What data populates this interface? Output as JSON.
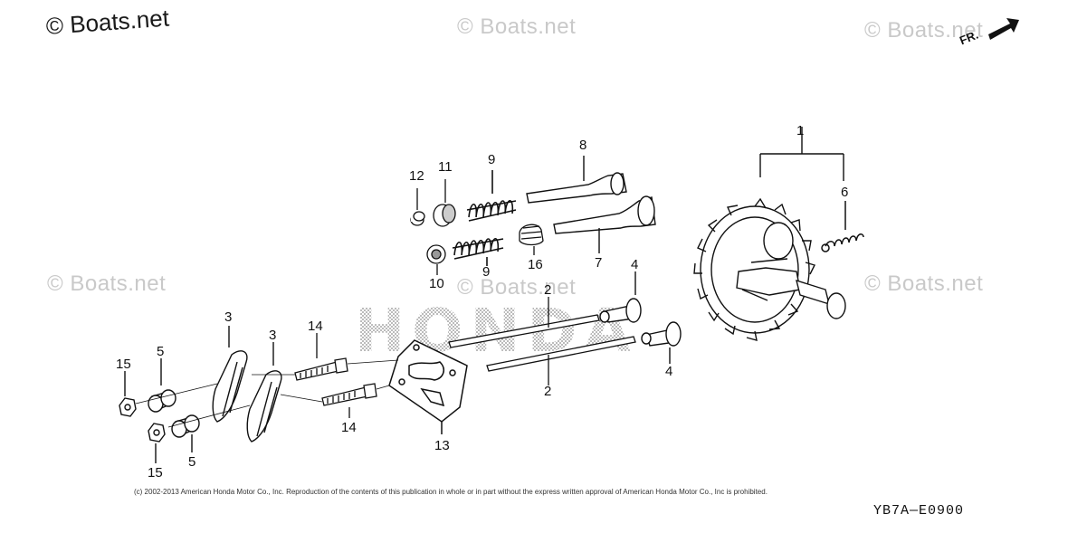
{
  "watermark": {
    "main": "© Boats.net",
    "repeat": "© Boats.net"
  },
  "direction_label": "FR.",
  "background_logo": "HONDA",
  "callouts": [
    {
      "id": "1",
      "text": "1"
    },
    {
      "id": "2a",
      "text": "2"
    },
    {
      "id": "2b",
      "text": "2"
    },
    {
      "id": "3a",
      "text": "3"
    },
    {
      "id": "3b",
      "text": "3"
    },
    {
      "id": "4a",
      "text": "4"
    },
    {
      "id": "4b",
      "text": "4"
    },
    {
      "id": "5a",
      "text": "5"
    },
    {
      "id": "5b",
      "text": "5"
    },
    {
      "id": "6",
      "text": "6"
    },
    {
      "id": "7",
      "text": "7"
    },
    {
      "id": "8",
      "text": "8"
    },
    {
      "id": "9a",
      "text": "9"
    },
    {
      "id": "9b",
      "text": "9"
    },
    {
      "id": "10",
      "text": "10"
    },
    {
      "id": "11",
      "text": "11"
    },
    {
      "id": "12",
      "text": "12"
    },
    {
      "id": "13",
      "text": "13"
    },
    {
      "id": "14a",
      "text": "14"
    },
    {
      "id": "14b",
      "text": "14"
    },
    {
      "id": "15a",
      "text": "15"
    },
    {
      "id": "15b",
      "text": "15"
    },
    {
      "id": "16",
      "text": "16"
    }
  ],
  "copyright": "(c) 2002-2013 American Honda Motor Co., Inc. Reproduction of the contents of this publication in whole or in part without the express written approval of American Honda Motor Co., Inc is prohibited.",
  "diagram_code": "YB7A—E0900",
  "colors": {
    "line": "#111111",
    "watermark": "#c9c9c9",
    "logo_dots": "#9a9a9a"
  }
}
